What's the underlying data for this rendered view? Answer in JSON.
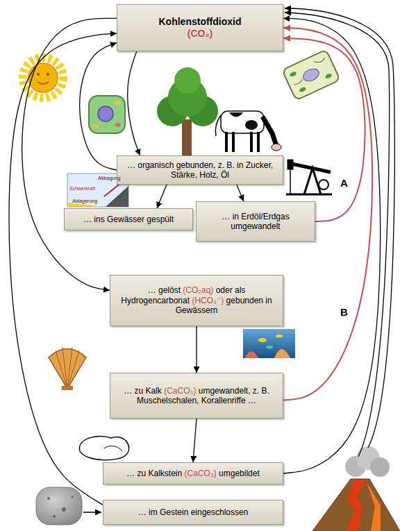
{
  "diagram": {
    "nodes": [
      {
        "text": [
          "Kohlenstoffdioxid",
          "(CO₂)"
        ]
      },
      {
        "text": [
          "… organisch gebunden, z. B. in Zucker, Stärke, Holz, Öl"
        ]
      },
      {
        "text": [
          "… ins Gewässer gespült"
        ]
      },
      {
        "text": [
          "… in Erdöl/Erdgas umgewandelt"
        ]
      },
      {
        "text": [
          "… gelöst (CO₂aq) oder als Hydrogencarbonat (HCO₃⁻) gebunden in Gewässern"
        ]
      },
      {
        "text": [
          "… zu Kalk (CaCO₃) umgewandelt, z. B. Muschelschalen, Korallenriffe …"
        ]
      },
      {
        "text": [
          "… zu Kalkstein (CaCO₃) umgebildet"
        ]
      },
      {
        "text": [
          "… im Gestein eingeschlossen"
        ]
      }
    ],
    "edges": [
      {
        "from": 0,
        "to": 1,
        "arrow": "to"
      },
      {
        "from": 1,
        "to": 0,
        "arrow": "to"
      },
      {
        "from": 0,
        "to": 4,
        "arrow": "to"
      },
      {
        "from": 1,
        "to": 2,
        "arrow": "to"
      },
      {
        "from": 1,
        "to": 3,
        "arrow": "to"
      },
      {
        "from": 3,
        "to": 0,
        "label": "A",
        "arrow": "to"
      },
      {
        "from": 4,
        "to": 5,
        "arrow": "to"
      },
      {
        "from": 5,
        "to": 0,
        "label": "B",
        "arrow": "to"
      },
      {
        "from": 5,
        "to": 6,
        "arrow": "to"
      },
      {
        "from": 6,
        "to": 0,
        "arrow": "to"
      },
      {
        "from": 7,
        "to": 0,
        "arrow": "to"
      }
    ],
    "labels": [
      "Abtragung",
      "Schwerkraft",
      "Ablagerung"
    ]
  }
}
